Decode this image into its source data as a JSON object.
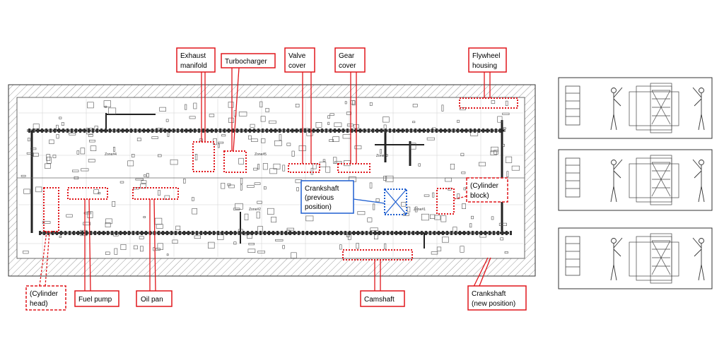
{
  "callouts": {
    "exhaust_manifold": [
      "Exhaust",
      "manifold"
    ],
    "turbocharger": [
      "Turbocharger"
    ],
    "valve_cover": [
      "Valve",
      "cover"
    ],
    "gear_cover": [
      "Gear",
      "cover"
    ],
    "flywheel_housing": [
      "Flywheel",
      "housing"
    ],
    "crankshaft_previous": [
      "Crankshaft",
      "(previous",
      "position)"
    ],
    "cylinder_block": [
      "(Cylinder",
      "block)"
    ],
    "cylinder_head": [
      "(Cylinder",
      "head)"
    ],
    "fuel_pump": [
      "Fuel pump"
    ],
    "oil_pan": [
      "Oil pan"
    ],
    "camshaft": [
      "Camshaft"
    ],
    "crankshaft_new": [
      "Crankshaft",
      "(new position)"
    ]
  },
  "zone_labels": [
    "Zone#4",
    "Zone#5",
    "Zone#2",
    "Zone#3",
    "Zone#1"
  ],
  "colors": {
    "callout_red": "#e0161b",
    "callout_blue": "#1f5fd0",
    "line": "#333333",
    "hatch": "#9a9a9a"
  },
  "icons": [
    "worker-figure-icon",
    "rack-icon"
  ]
}
